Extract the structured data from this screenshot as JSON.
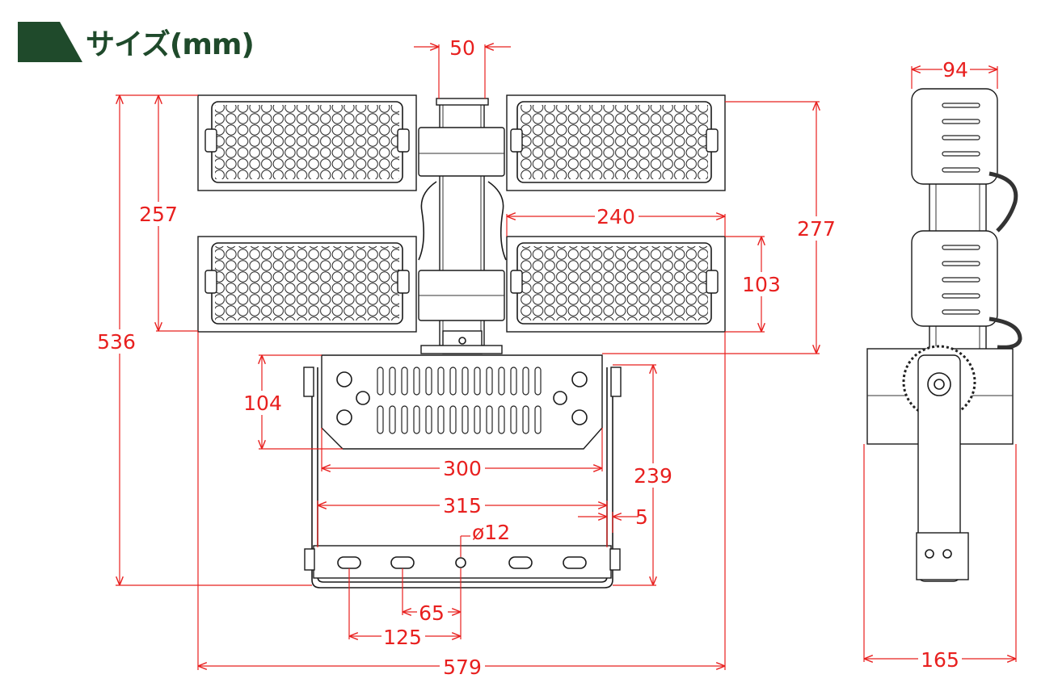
{
  "header": {
    "title": "サイズ(mm)",
    "accent_color": "#1f4a2b"
  },
  "dimension_color": "#e8201f",
  "dimensions": {
    "width_total": "579",
    "height_total": "536",
    "upper_height": "257",
    "pole_width": "50",
    "module_height": "277",
    "module_width": "240",
    "module_thickness": "103",
    "driver_height": "104",
    "driver_width": "300",
    "bracket_width": "315",
    "bracket_offset": "5",
    "bracket_height": "239",
    "hole_diameter": "ø12",
    "hole_spacing_inner": "65",
    "hole_spacing_outer": "125",
    "side_depth_top": "94",
    "side_depth_bottom": "165"
  }
}
